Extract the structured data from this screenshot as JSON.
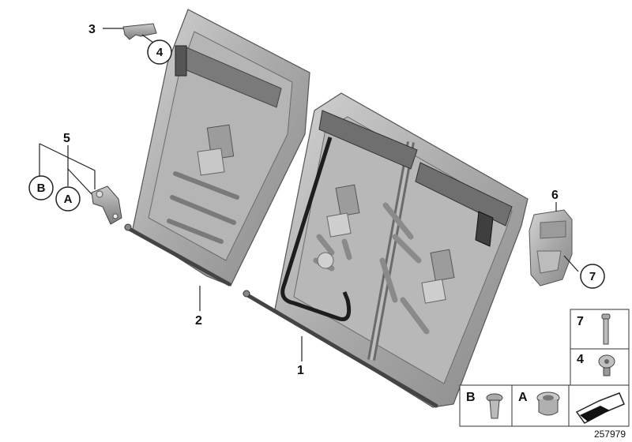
{
  "diagram": {
    "callouts": {
      "c1": "1",
      "c2": "2",
      "c3": "3",
      "c4": "4",
      "c5": "5",
      "c6": "6",
      "c7": "7",
      "cA": "A",
      "cB": "B"
    },
    "legend": {
      "item7": "7",
      "item4": "4",
      "itemB": "B",
      "itemA": "A"
    },
    "image_code": "257979"
  }
}
